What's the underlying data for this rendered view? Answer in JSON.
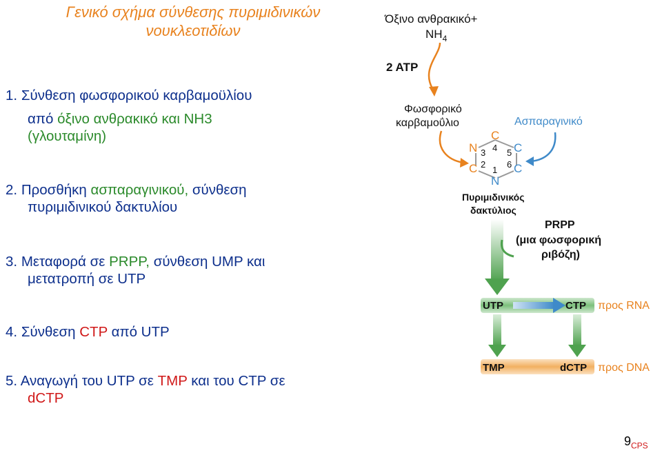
{
  "title_line1": "Γενικό σχήμα σύνθεσης πυριμιδινικών",
  "title_line2": "νουκλεοτιδίων",
  "steps": [
    {
      "num": "1.",
      "text_a": "Σύνθεση φωσφορικού καρβαμοϋλίου",
      "text_b": "από",
      "text_c": "όξινο ανθρακικό και ΝΗ3",
      "text_d": "(γλουταμίνη)"
    },
    {
      "num": "2.",
      "text_a": "Προσθήκη",
      "text_b": "ασπαραγινικού,",
      "text_c": "σύνθεση",
      "text_d": "πυριμιδινικού δακτυλίου"
    },
    {
      "num": "3.",
      "text_a": "Μεταφορά σε",
      "text_b": "PRPP,",
      "text_c": "σύνθεση UMP και",
      "text_d": "μετατροπή σε UTP"
    },
    {
      "num": "4.",
      "text_a": "Σύνθεση",
      "text_b": "CTP",
      "text_c": "από UTP"
    },
    {
      "num": "5.",
      "text_a": "Αναγωγή του UTP σε",
      "text_b": "TMP",
      "text_c": "και του CTP σε",
      "text_d": "dCTP"
    }
  ],
  "diagram": {
    "bicarbonate": "Όξινο ανθρακικό+",
    "nh4": "NH",
    "nh4_sub": "4",
    "atp": "2 ATP",
    "carbamoyl_1": "Φωσφορικό",
    "carbamoyl_2": "καρβαμοΰλιο",
    "aspartate": "Ασπαραγινικό",
    "ring_atoms": {
      "c4": "C",
      "n3": "N",
      "c5": "C",
      "c2": "C",
      "c6": "C",
      "n1": "N"
    },
    "ring_numbers": {
      "n4": "4",
      "n3": "3",
      "n5": "5",
      "n2": "2",
      "n6": "6",
      "n1": "1"
    },
    "ring_label_1": "Πυριμιδινικός",
    "ring_label_2": "δακτύλιος",
    "prpp": "PRPP",
    "prpp_desc_1": "(μια φωσφορική",
    "prpp_desc_2": "ριβόζη)",
    "utp": "UTP",
    "ctp": "CTP",
    "to_rna": "προς RNA",
    "tmp": "TMP",
    "dctp": "dCTP",
    "to_dna": "προς DNA",
    "colors": {
      "green": "#4fa24f",
      "orange": "#e8821e",
      "blue": "#3f8ac9",
      "text": "#111111"
    }
  },
  "footer": {
    "page": "9",
    "tag": "CPS"
  }
}
